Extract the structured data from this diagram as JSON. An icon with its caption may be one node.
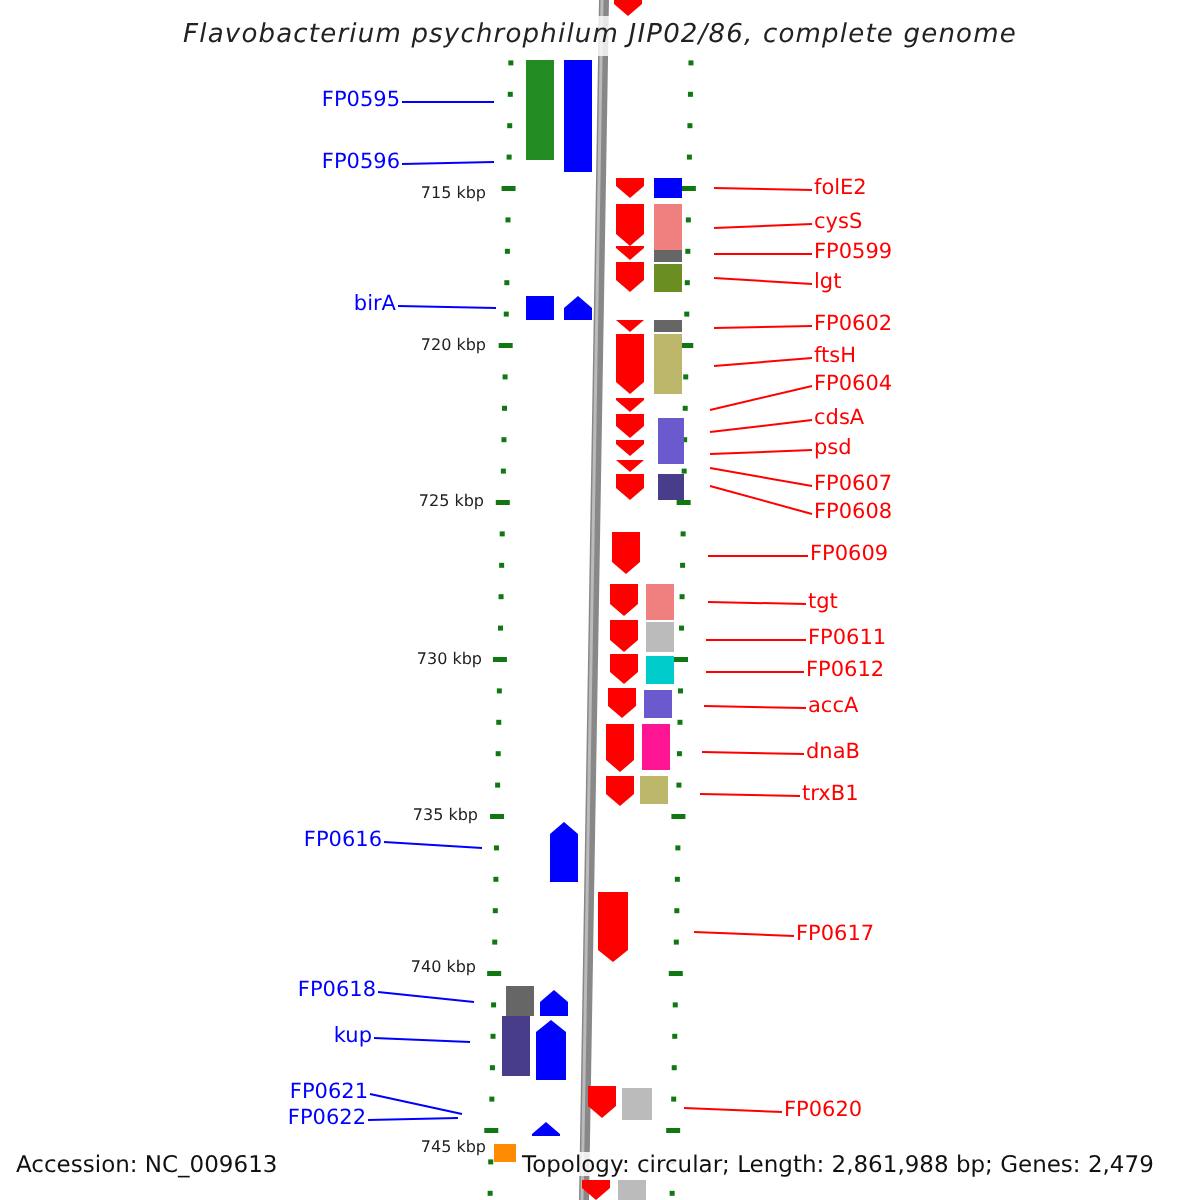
{
  "diagram": {
    "title": "Flavobacterium psychrophilum JIP02/86, complete genome",
    "nodes": [
      {
        "text": [
          "FP0595"
        ]
      },
      {
        "text": [
          "FP0596"
        ]
      },
      {
        "text": [
          "folE2"
        ]
      },
      {
        "text": [
          "cysS"
        ]
      },
      {
        "text": [
          "FP0599"
        ]
      },
      {
        "text": [
          "lgt"
        ]
      },
      {
        "text": [
          "birA"
        ]
      },
      {
        "text": [
          "FP0602"
        ]
      },
      {
        "text": [
          "ftsH"
        ]
      },
      {
        "text": [
          "FP0604"
        ]
      },
      {
        "text": [
          "cdsA"
        ]
      },
      {
        "text": [
          "psd"
        ]
      },
      {
        "text": [
          "FP0607"
        ]
      },
      {
        "text": [
          "FP0608"
        ]
      },
      {
        "text": [
          "FP0609"
        ]
      },
      {
        "text": [
          "tgt"
        ]
      },
      {
        "text": [
          "FP0611"
        ]
      },
      {
        "text": [
          "FP0612"
        ]
      },
      {
        "text": [
          "accA"
        ]
      },
      {
        "text": [
          "dnaB"
        ]
      },
      {
        "text": [
          "trxB1"
        ]
      },
      {
        "text": [
          "FP0616"
        ]
      },
      {
        "text": [
          "FP0617"
        ]
      },
      {
        "text": [
          "FP0618"
        ]
      },
      {
        "text": [
          "kup"
        ]
      },
      {
        "text": [
          "FP0620"
        ]
      },
      {
        "text": [
          "FP0621"
        ]
      },
      {
        "text": [
          "FP0622"
        ]
      }
    ],
    "edges": [
      {
        "from": 0,
        "to": null,
        "arrow": "none",
        "color": "#0000ff"
      },
      {
        "from": 1,
        "to": null,
        "arrow": "none",
        "color": "#0000ff"
      },
      {
        "from": 2,
        "to": null,
        "arrow": "none"
      },
      {
        "from": 3,
        "to": null,
        "arrow": "none"
      },
      {
        "from": 4,
        "to": null,
        "arrow": "none"
      },
      {
        "from": 5,
        "to": null,
        "arrow": "none"
      },
      {
        "from": 6,
        "to": null,
        "arrow": "none",
        "color": "#0000ff"
      },
      {
        "from": 7,
        "to": null,
        "arrow": "none"
      },
      {
        "from": 8,
        "to": null,
        "arrow": "none"
      },
      {
        "from": 9,
        "to": null,
        "arrow": "none"
      },
      {
        "from": 10,
        "to": null,
        "arrow": "none"
      },
      {
        "from": 11,
        "to": null,
        "arrow": "none"
      },
      {
        "from": 12,
        "to": null,
        "arrow": "none"
      },
      {
        "from": 13,
        "to": null,
        "arrow": "none"
      },
      {
        "from": 14,
        "to": null,
        "arrow": "none"
      },
      {
        "from": 15,
        "to": null,
        "arrow": "none"
      },
      {
        "from": 16,
        "to": null,
        "arrow": "none"
      },
      {
        "from": 17,
        "to": null,
        "arrow": "none"
      },
      {
        "from": 18,
        "to": null,
        "arrow": "none"
      },
      {
        "from": 19,
        "to": null,
        "arrow": "none"
      },
      {
        "from": 20,
        "to": null,
        "arrow": "none"
      },
      {
        "from": 21,
        "to": null,
        "arrow": "none",
        "color": "#0000ff"
      },
      {
        "from": 22,
        "to": null,
        "arrow": "none"
      },
      {
        "from": 23,
        "to": null,
        "arrow": "none",
        "color": "#0000ff"
      },
      {
        "from": 24,
        "to": null,
        "arrow": "none",
        "color": "#0000ff"
      },
      {
        "from": 25,
        "to": null,
        "arrow": "none"
      },
      {
        "from": 26,
        "to": null,
        "arrow": "none",
        "color": "#0000ff"
      },
      {
        "from": 27,
        "to": null,
        "arrow": "none",
        "color": "#0000ff"
      }
    ],
    "labels": [
      "715 kbp",
      "720 kbp",
      "725 kbp",
      "730 kbp",
      "735 kbp",
      "740 kbp",
      "745 kbp",
      "Accession: NC_009613",
      "Topology: circular; Length: 2,861,988 bp; Genes: 2,479"
    ]
  }
}
